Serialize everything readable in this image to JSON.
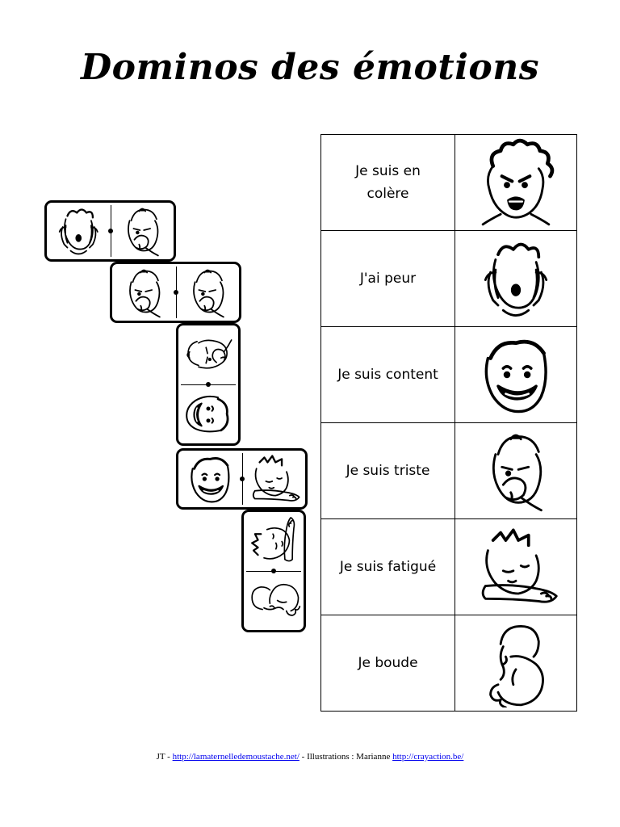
{
  "title": "Dominos des émotions",
  "emotions": [
    {
      "label": "Je suis en colère",
      "icon": "angry-face-icon"
    },
    {
      "label": "J'ai peur",
      "icon": "scared-face-icon"
    },
    {
      "label": "Je suis content",
      "icon": "happy-face-icon"
    },
    {
      "label": "Je suis triste",
      "icon": "sad-face-icon"
    },
    {
      "label": "Je suis fatigué",
      "icon": "tired-face-icon"
    },
    {
      "label": "Je boude",
      "icon": "sulking-face-icon"
    }
  ],
  "dominoes": [
    {
      "a": "scared-face-icon",
      "b": "sad-face-icon"
    },
    {
      "a": "sad-face-icon",
      "b": "sad-face-icon"
    },
    {
      "a": "sad-face-icon",
      "b": "happy-face-icon"
    },
    {
      "a": "happy-face-icon",
      "b": "tired-face-icon"
    },
    {
      "a": "tired-face-icon",
      "b": "sulking-face-icon"
    }
  ],
  "footer": {
    "prefix": "JT  - ",
    "link1": "http://lamaternelledemoustache.net/",
    "middle": " - Illustrations : Marianne ",
    "link2": "http://crayaction.be/"
  }
}
